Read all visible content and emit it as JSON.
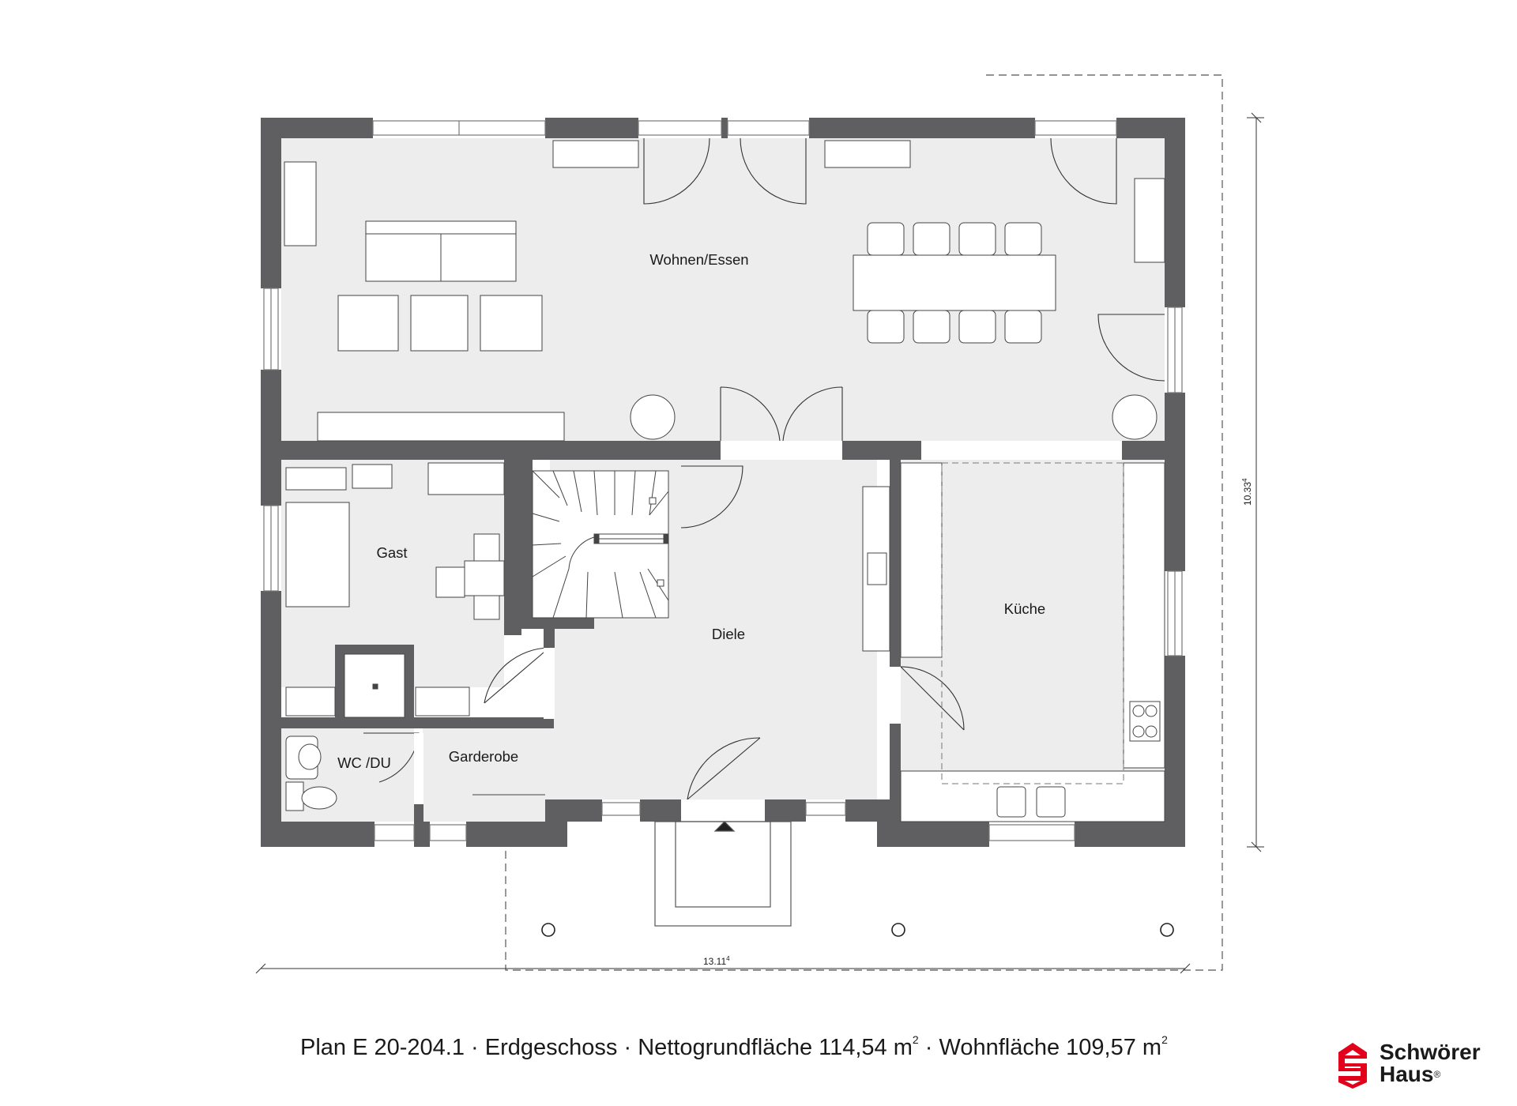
{
  "rooms": {
    "wohnen": "Wohnen/Essen",
    "gast": "Gast",
    "diele": "Diele",
    "kueche": "Küche",
    "wc": "WC /DU",
    "garderobe": "Garderobe"
  },
  "dimensions": {
    "width_main": "13.11",
    "width_sup": "4",
    "depth_main": "10.33",
    "depth_sup": "4"
  },
  "caption": {
    "plan": "Plan E 20-204.1",
    "sep": " · ",
    "floor": "Erdgeschoss",
    "net_label": "Nettogrundfläche 114,54 m",
    "living_label": "Wohnfläche 109,57 m",
    "unit_sup": "2"
  },
  "logo": {
    "line1": "Schwörer",
    "line2": "Haus",
    "mark": "®",
    "brand_color": "#e2001a"
  },
  "colors": {
    "wall": "#5f5f62",
    "floor": "#ededee",
    "line": "#555555"
  }
}
